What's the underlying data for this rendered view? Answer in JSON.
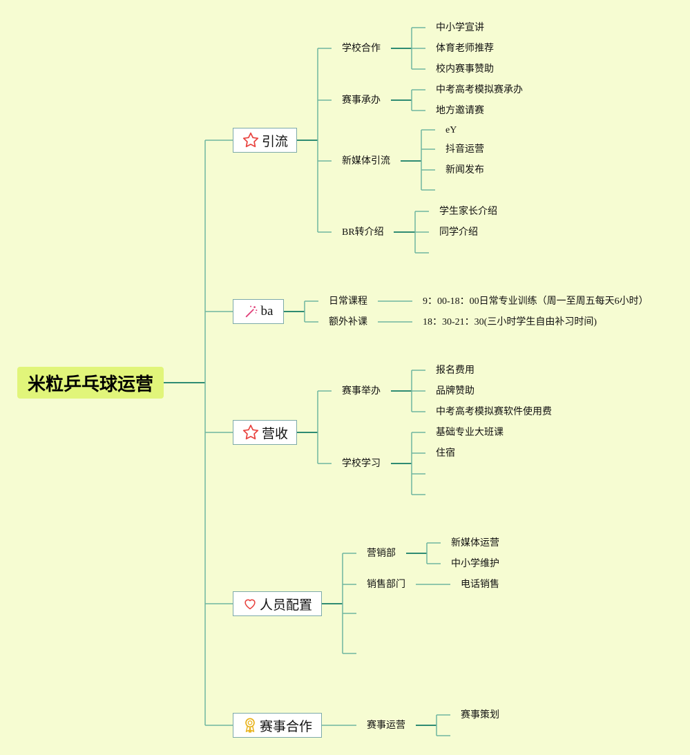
{
  "root": "米粒乒乓球运营",
  "branches": [
    {
      "label": "引流",
      "icon": "star-icon",
      "children": [
        {
          "label": "学校合作",
          "children": [
            "中小学宣讲",
            "体育老师推荐",
            "校内赛事赞助"
          ]
        },
        {
          "label": "赛事承办",
          "children": [
            "中考高考模拟赛承办",
            "地方邀请赛"
          ]
        },
        {
          "label": "新媒体引流",
          "children": [
            "eY",
            "抖音运营",
            "新闻发布",
            ""
          ]
        },
        {
          "label": "BR转介绍",
          "children": [
            "学生家长介绍",
            "同学介绍",
            ""
          ]
        }
      ]
    },
    {
      "label": "ba",
      "icon": "magic-wand-icon",
      "children": [
        {
          "label": "日常课程",
          "children": [
            "9：00-18：00日常专业训练（周一至周五每天6小时）"
          ]
        },
        {
          "label": "额外补课",
          "children": [
            "18：30-21：30(三小时学生自由补习时间)"
          ]
        }
      ]
    },
    {
      "label": "营收",
      "icon": "star-icon",
      "children": [
        {
          "label": "赛事举办",
          "children": [
            "报名费用",
            "品牌赞助",
            "中考高考模拟赛软件使用费"
          ]
        },
        {
          "label": "学校学习",
          "children": [
            "基础专业大班课",
            "住宿",
            "",
            ""
          ]
        }
      ]
    },
    {
      "label": "人员配置",
      "icon": "heart-icon",
      "children": [
        {
          "label": "营销部",
          "children": [
            "新媒体运营",
            "中小学维护"
          ]
        },
        {
          "label": "销售部门",
          "children": [
            "电话销售"
          ]
        },
        {
          "label": "",
          "children": []
        },
        {
          "label": "",
          "children": []
        }
      ]
    },
    {
      "label": "赛事合作",
      "icon": "award-ribbon-icon",
      "children": [
        {
          "label": "赛事运营",
          "children": [
            "赛事策划",
            ""
          ]
        }
      ]
    }
  ]
}
